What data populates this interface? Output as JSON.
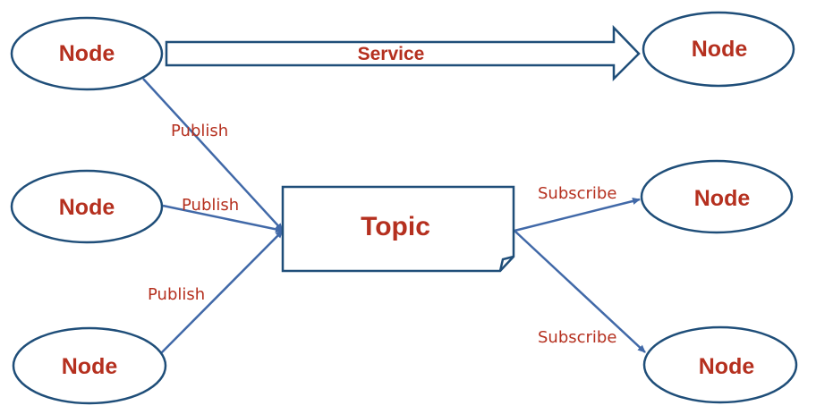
{
  "colors": {
    "node_text": "#b5301f",
    "label_text": "#b5301f",
    "outline": "#1f4e79",
    "arrow": "#4169a8"
  },
  "nodes": [
    {
      "id": "node-top-left",
      "label": "Node"
    },
    {
      "id": "node-top-right",
      "label": "Node"
    },
    {
      "id": "node-mid-left",
      "label": "Node"
    },
    {
      "id": "node-bottom-left",
      "label": "Node"
    },
    {
      "id": "node-mid-right",
      "label": "Node"
    },
    {
      "id": "node-bottom-right",
      "label": "Node"
    }
  ],
  "topic": {
    "label": "Topic"
  },
  "service": {
    "label": "Service"
  },
  "edges": [
    {
      "from": "node-top-left",
      "to": "topic",
      "label": "Publish"
    },
    {
      "from": "node-mid-left",
      "to": "topic",
      "label": "Publish"
    },
    {
      "from": "node-bottom-left",
      "to": "topic",
      "label": "Publish"
    },
    {
      "from": "topic",
      "to": "node-mid-right",
      "label": "Subscribe"
    },
    {
      "from": "topic",
      "to": "node-bottom-right",
      "label": "Subscribe"
    }
  ]
}
